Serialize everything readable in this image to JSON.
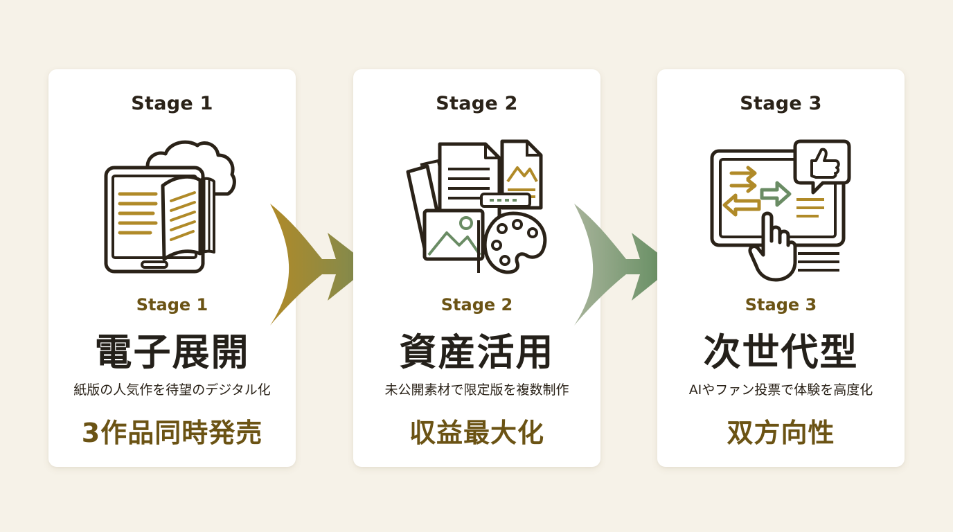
{
  "colors": {
    "background": "#f6f2e8",
    "card": "#ffffff",
    "ink": "#2a2218",
    "gold": "#b08a28",
    "gold_dark": "#6b5314",
    "green": "#6a8c64"
  },
  "stages": [
    {
      "header": "Stage 1",
      "sub": "Stage 1",
      "title": "電子展開",
      "description": "紙版の人気作を待望のデジタル化",
      "result": "3作品同時発売",
      "icon": "tablet-book-cloud-icon"
    },
    {
      "header": "Stage 2",
      "sub": "Stage 2",
      "title": "資産活用",
      "description": "未公開素材で限定版を複数制作",
      "result": "収益最大化",
      "icon": "documents-palette-icon"
    },
    {
      "header": "Stage 3",
      "sub": "Stage 3",
      "title": "次世代型",
      "description": "AIやファン投票で体験を高度化",
      "result": "双方向性",
      "icon": "interactive-screen-like-icon"
    }
  ]
}
